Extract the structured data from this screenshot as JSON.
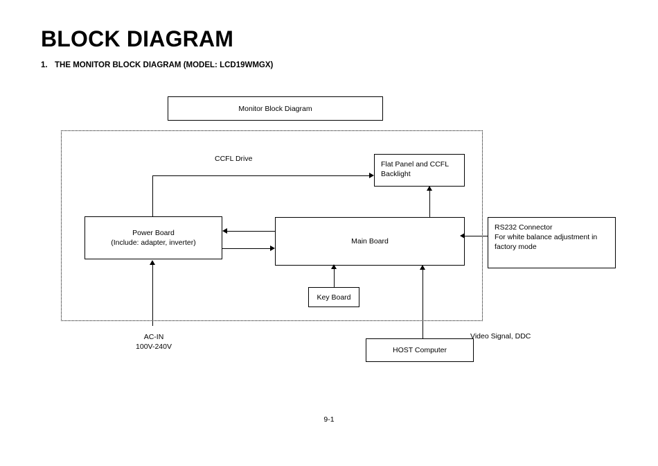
{
  "document": {
    "title": "BLOCK DIAGRAM",
    "section_number": "1.",
    "section_title": "THE MONITOR BLOCK DIAGRAM (MODEL: LCD19WMGX)",
    "page_footer": "9-1"
  },
  "diagram": {
    "caption_box": "Monitor Block Diagram",
    "blocks": {
      "flat_panel": {
        "line1": "Flat Panel and CCFL",
        "line2": "Backlight"
      },
      "power_board": {
        "line1": "Power Board",
        "line2": "(Include: adapter, inverter)"
      },
      "main_board": {
        "line1": "Main Board"
      },
      "rs232": {
        "line1": "RS232 Connector",
        "line2": "For white balance adjustment in",
        "line3": "factory mode"
      },
      "key_board": {
        "line1": "Key Board"
      },
      "host_computer": {
        "line1": "HOST Computer"
      }
    },
    "labels": {
      "ccfl_drive": "CCFL Drive",
      "video_signal": "Video Signal, DDC",
      "ac_in_line1": "AC-IN",
      "ac_in_line2": "100V-240V"
    },
    "colors": {
      "line": "#000000",
      "background": "#ffffff",
      "enclosure_border": "#000000"
    }
  }
}
